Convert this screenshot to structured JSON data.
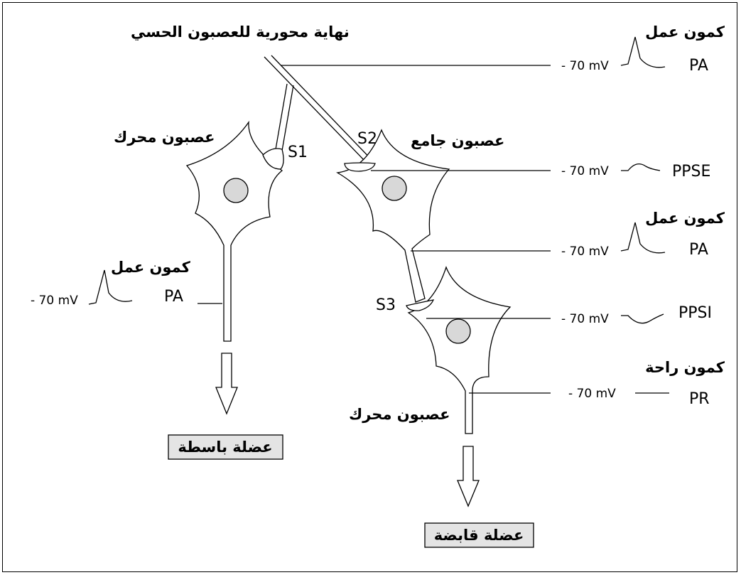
{
  "labels": {
    "sensory_axon_end": "نهاية محورية للعصبون الحسي",
    "motor_neuron_left": "عصبون محرك",
    "interneuron": "عصبون جامع",
    "motor_neuron_right": "عصبون محرك",
    "action_potential_left": "كمون عمل",
    "synapse_s1": "S1",
    "synapse_s2": "S2",
    "synapse_s3": "S3",
    "pa_left": "PA",
    "mv_left": "- 70 mV"
  },
  "muscles": {
    "extensor": "عضلة باسطة",
    "flexor": "عضلة قابضة"
  },
  "recordings": [
    {
      "ar": "كمون عمل",
      "code": "PA",
      "mv": "- 70 mV",
      "wave": "spike"
    },
    {
      "ar": "",
      "code": "PPSE",
      "mv": "- 70 mV",
      "wave": "epsp"
    },
    {
      "ar": "كمون عمل",
      "code": "PA",
      "mv": "- 70 mV",
      "wave": "spike"
    },
    {
      "ar": "",
      "code": "PPSI",
      "mv": "- 70 mV",
      "wave": "ipsp"
    },
    {
      "ar": "كمون راحة",
      "code": "PR",
      "mv": "- 70 mV",
      "wave": "rest"
    }
  ]
}
